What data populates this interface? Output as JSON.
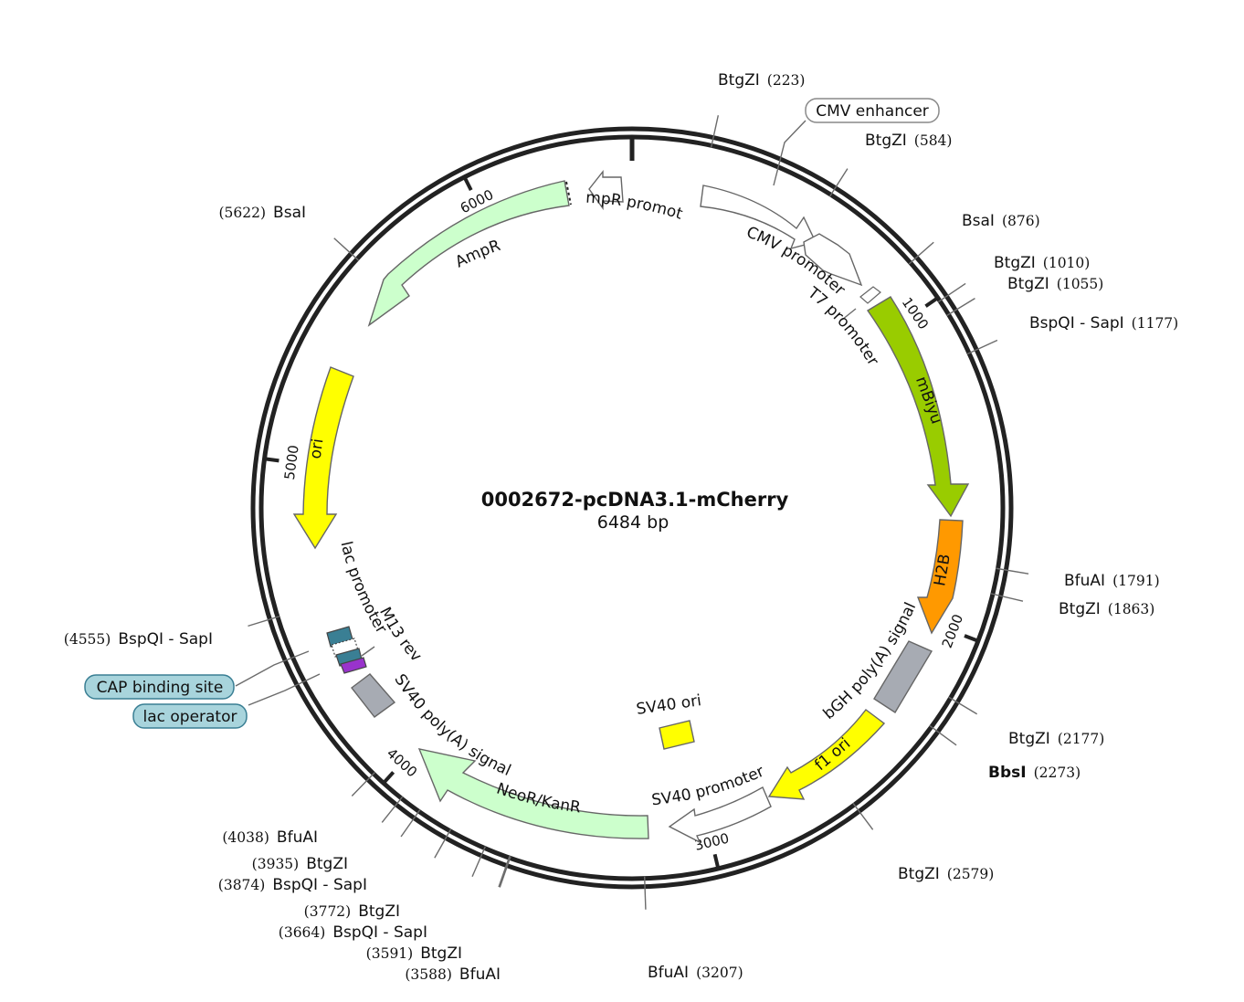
{
  "plasmid": {
    "name": "0002672-pcDNA3.1-mCherry",
    "length_label": "6484 bp",
    "length": 6484
  },
  "scale_ticks": [
    {
      "bp": 1000,
      "label": "1000"
    },
    {
      "bp": 2000,
      "label": "2000"
    },
    {
      "bp": 3000,
      "label": "3000"
    },
    {
      "bp": 4000,
      "label": "4000"
    },
    {
      "bp": 5000,
      "label": "5000"
    },
    {
      "bp": 6000,
      "label": "6000"
    }
  ],
  "restriction_sites": [
    {
      "name": "BtgZI",
      "pos": 223,
      "pos_label": "(223)",
      "bold": false
    },
    {
      "name": "BtgZI",
      "pos": 584,
      "pos_label": "(584)",
      "bold": false
    },
    {
      "name": "BsaI",
      "pos": 876,
      "pos_label": "(876)",
      "bold": false
    },
    {
      "name": "BtgZI",
      "pos": 1010,
      "pos_label": "(1010)",
      "bold": false
    },
    {
      "name": "BtgZI",
      "pos": 1055,
      "pos_label": "(1055)",
      "bold": false
    },
    {
      "name": "BspQI - SapI",
      "pos": 1177,
      "pos_label": "(1177)",
      "bold": false
    },
    {
      "name": "BfuAI",
      "pos": 1791,
      "pos_label": "(1791)",
      "bold": false
    },
    {
      "name": "BtgZI",
      "pos": 1863,
      "pos_label": "(1863)",
      "bold": false
    },
    {
      "name": "BtgZI",
      "pos": 2177,
      "pos_label": "(2177)",
      "bold": false
    },
    {
      "name": "BbsI",
      "pos": 2273,
      "pos_label": "(2273)",
      "bold": true
    },
    {
      "name": "BtgZI",
      "pos": 2579,
      "pos_label": "(2579)",
      "bold": false
    },
    {
      "name": "BfuAI",
      "pos": 3207,
      "pos_label": "(3207)",
      "bold": false
    },
    {
      "name": "BfuAI",
      "pos": 3588,
      "pos_label": "(3588)",
      "bold": false
    },
    {
      "name": "BtgZI",
      "pos": 3591,
      "pos_label": "(3591)",
      "bold": false
    },
    {
      "name": "BspQI - SapI",
      "pos": 3664,
      "pos_label": "(3664)",
      "bold": false
    },
    {
      "name": "BtgZI",
      "pos": 3772,
      "pos_label": "(3772)",
      "bold": false
    },
    {
      "name": "BspQI - SapI",
      "pos": 3874,
      "pos_label": "(3874)",
      "bold": false
    },
    {
      "name": "BtgZI",
      "pos": 3935,
      "pos_label": "(3935)",
      "bold": false
    },
    {
      "name": "BfuAI",
      "pos": 4038,
      "pos_label": "(4038)",
      "bold": false
    },
    {
      "name": "BspQI - SapI",
      "pos": 4555,
      "pos_label": "(4555)",
      "bold": false
    },
    {
      "name": "BsaI",
      "pos": 5622,
      "pos_label": "(5622)",
      "bold": false
    }
  ],
  "callout_features": [
    {
      "name": "CMV enhancer",
      "pos": 350,
      "color": "#ffffff"
    },
    {
      "name": "CAP binding site",
      "pos": 4600,
      "color": "#a8d4dc"
    },
    {
      "name": "lac operator",
      "pos": 4580,
      "color": "#a8d4dc"
    }
  ],
  "features": [
    {
      "name": "CMV promoter",
      "start": 540,
      "end": 900,
      "dir": 1,
      "color": "#ffffff",
      "shape": "arrow"
    },
    {
      "name": "T7 promoter",
      "start": 915,
      "end": 935,
      "dir": 1,
      "color": "#ffffff",
      "shape": "arrow"
    },
    {
      "name": "mBiyu",
      "start": 960,
      "end": 1700,
      "dir": 1,
      "color": "#99cc00",
      "shape": "arrow"
    },
    {
      "name": "H2B",
      "start": 1720,
      "end": 2050,
      "dir": 1,
      "color": "#ff9900",
      "shape": "arrow"
    },
    {
      "name": "bGH poly(A) signal",
      "start": 2100,
      "end": 2330,
      "dir": 0,
      "color": "#a7abb3",
      "shape": "box"
    },
    {
      "name": "f1 ori",
      "start": 2380,
      "end": 2810,
      "dir": 1,
      "color": "#ffff00",
      "shape": "arrow"
    },
    {
      "name": "SV40 promoter",
      "start": 2820,
      "end": 3150,
      "dir": 1,
      "color": "#ffffff",
      "shape": "arrow"
    },
    {
      "name": "NeoR/KanR",
      "start": 3200,
      "end": 4000,
      "dir": -1,
      "color": "#ccffcc",
      "shape": "arrow"
    },
    {
      "name": "SV40 poly(A) signal",
      "start": 4300,
      "end": 4420,
      "dir": 0,
      "color": "#a7abb3",
      "shape": "box"
    },
    {
      "name": "M13 rev",
      "start": 4530,
      "end": 4550,
      "dir": -1,
      "color": "#ffffff",
      "shape": "arrow"
    },
    {
      "name": "lac promoter",
      "start": 4590,
      "end": 4650,
      "dir": -1,
      "color": "#ffffff",
      "shape": "arrow"
    },
    {
      "name": "ori",
      "start": 4830,
      "end": 5420,
      "dir": -1,
      "color": "#ffff00",
      "shape": "arrow"
    },
    {
      "name": "AmpR",
      "start": 5570,
      "end": 6410,
      "dir": -1,
      "color": "#ccffcc",
      "shape": "arrow"
    },
    {
      "name": "AmpR promoter",
      "start": 6430,
      "end": 6484,
      "dir": -1,
      "color": "#ffffff",
      "shape": "arrow"
    },
    {
      "name": "SV40 ori",
      "color": "#ffff00",
      "shape": "square"
    }
  ],
  "colors": {
    "backbone": "#222222",
    "leader": "#6b6b6b",
    "callout_border": "#3a7f94"
  }
}
